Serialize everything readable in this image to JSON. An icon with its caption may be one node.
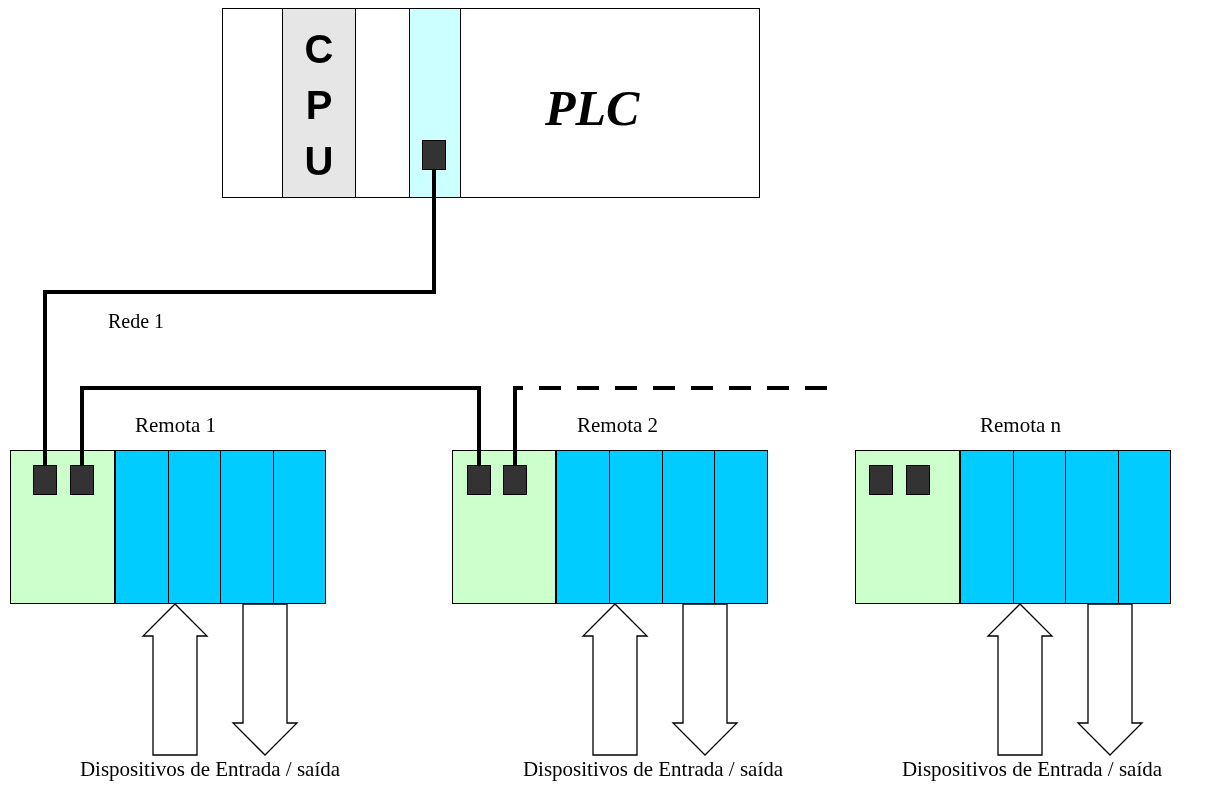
{
  "diagram": {
    "nodes": [
      {
        "text": [
          "PLC"
        ]
      },
      {
        "text": [
          "C P U"
        ],
        "in": 0
      },
      {
        "text": [],
        "shape": "box",
        "in": 0
      },
      {
        "text": [],
        "shape": "box",
        "in": 2
      },
      {
        "text": [
          "Remota 1"
        ]
      },
      {
        "text": [],
        "shape": "box",
        "in": 4
      },
      {
        "text": [],
        "shape": "box",
        "in": 5
      },
      {
        "text": [],
        "shape": "box",
        "in": 5
      },
      {
        "text": [],
        "shape": "box",
        "in": 4
      },
      {
        "text": [],
        "shape": "box",
        "in": 4
      },
      {
        "text": [],
        "shape": "box",
        "in": 4
      },
      {
        "text": [],
        "shape": "box",
        "in": 4
      },
      {
        "text": [
          "Remota 2"
        ]
      },
      {
        "text": [],
        "shape": "box",
        "in": 12
      },
      {
        "text": [],
        "shape": "box",
        "in": 13
      },
      {
        "text": [],
        "shape": "box",
        "in": 13
      },
      {
        "text": [],
        "shape": "box",
        "in": 12
      },
      {
        "text": [],
        "shape": "box",
        "in": 12
      },
      {
        "text": [],
        "shape": "box",
        "in": 12
      },
      {
        "text": [],
        "shape": "box",
        "in": 12
      },
      {
        "text": [
          "Remota n"
        ]
      },
      {
        "text": [],
        "shape": "box",
        "in": 20
      },
      {
        "text": [],
        "shape": "box",
        "in": 21
      },
      {
        "text": [],
        "shape": "box",
        "in": 21
      },
      {
        "text": [],
        "shape": "box",
        "in": 20
      },
      {
        "text": [],
        "shape": "box",
        "in": 20
      },
      {
        "text": [],
        "shape": "box",
        "in": 20
      },
      {
        "text": [],
        "shape": "box",
        "in": 20
      },
      {
        "text": [
          "Dispositivos de Entrada / saída"
        ]
      },
      {
        "text": [
          "Dispositivos de Entrada / saída"
        ]
      },
      {
        "text": [
          "Dispositivos de Entrada / saída"
        ]
      }
    ],
    "edges": [
      {
        "from": 3,
        "to": 6,
        "arrow": "none"
      },
      {
        "from": 7,
        "to": 14,
        "arrow": "none"
      },
      {
        "from": 15,
        "to": 22,
        "arrow": "none",
        "style": "dashed"
      },
      {
        "from": 28,
        "to": 4,
        "arrow": "to"
      },
      {
        "from": 4,
        "to": 28,
        "arrow": "to"
      },
      {
        "from": 29,
        "to": 12,
        "arrow": "to"
      },
      {
        "from": 12,
        "to": 29,
        "arrow": "to"
      },
      {
        "from": 30,
        "to": 20,
        "arrow": "to"
      },
      {
        "from": 20,
        "to": 30,
        "arrow": "to"
      }
    ],
    "labels": [
      "Rede 1"
    ]
  }
}
